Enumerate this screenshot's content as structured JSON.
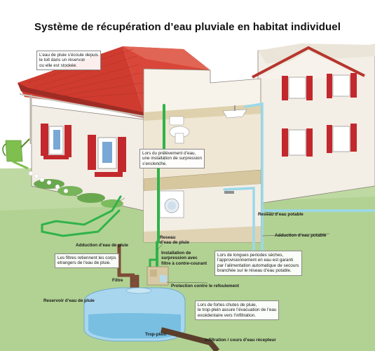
{
  "title": "Système de récupération d’eau pluviale en habitat individuel",
  "labels": {
    "rain_roof": "L’eau de pluie s’écoule depuis\nle toit dans un réservoir\nou elle est stockée.",
    "pressure": "Lors du prélèvement d’eau,\nune installation de surpression\ns’enclenche.",
    "reseau_potable": "Reseau d’eau potable",
    "adduction_potable": "Adduction d’eau potable",
    "reseau_pluie": "Reseau\nd’eau de pluie",
    "installation": "Installation de\nsurpression avec\nfiltre à contre-courant",
    "dry_periods": "Lors de longues periodes sèches,\nl’approvisionnement en eau est garanti\npar l’alimentation automatique de secours\nbranchée sur le réseau d’eau potable.",
    "adduction_pluie": "Adduction d’eau de pluie",
    "filters": "Les filtres retiennent les corps\netrangers de l’eau de pluie.",
    "filtre": "Filtre",
    "reflux": "Protection contre le refoulement",
    "reservoir": "Reservoir d’eau de pluie",
    "heavy_rain": "Lors de fortes chutes de pluie,\nle trop-plein assure l’évacuation de l’eau\nexcédentaire vers l’infiltration.",
    "trop_plein": "Trop-plein",
    "infiltration": "Infiltration / cours d’eau récepteur"
  },
  "colors": {
    "roof": "#c8392f",
    "wall": "#f1ece4",
    "shutter": "#c2282c",
    "rain_pipe": "#2fb34a",
    "potable_pipe": "#8fd8ea",
    "grass": "#b9d69a",
    "tank": "#a9d4ec"
  },
  "icons": [
    "house-illustration",
    "toilet-icon",
    "sink-icon",
    "washing-machine-icon",
    "watering-can-icon",
    "rainwater-tank-icon",
    "filter-icon",
    "pump-unit-icon"
  ]
}
